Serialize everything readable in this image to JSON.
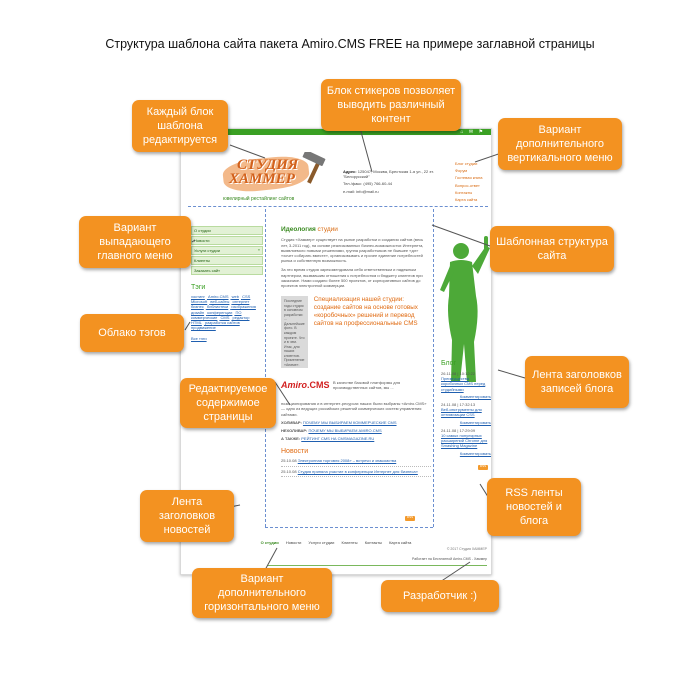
{
  "heading": "Структура шаблона сайта пакета Amiro.CMS FREE на примере заглавной страницы",
  "callouts": {
    "block_editable": "Каждый блок шаблона редактируется",
    "stickers": "Блок стикеров позволяет выводить различный контент",
    "extra_vmenu": "Вариант дополнительного вертикального меню",
    "dropdown_menu": "Вариант выпадающего главного меню",
    "template_structure": "Шаблонная структура сайта",
    "tag_cloud": "Облако тэгов",
    "blog_feed": "Лента заголовков записей блога",
    "editable_content": "Редактируемое содержимое страницы",
    "news_feed": "Лента заголовков новостей",
    "rss": "RSS ленты новостей и блога",
    "extra_hmenu": "Вариант дополнительного горизонтального меню",
    "developer": "Разработчик :)"
  },
  "site": {
    "top_icons": "⌂ ✉ ⚑",
    "logo": {
      "line1": "СТУДИЯ",
      "line2": "ХАММЕР",
      "tagline": "ювелирный рестайлинг сайтов"
    },
    "contacts": {
      "address_label": "Адрес:",
      "address": "125047, Москва, Брестская 1-я ул., 22 эт. \"Белорусский\"",
      "phone": "Тел./факс: (495) 766-60-44",
      "email": "e-mail: info@mail.ru"
    },
    "right_menu": [
      "Блог студии",
      "Форум",
      "Гостевая книга",
      "Вопрос-ответ",
      "Контакты",
      "Карта сайта"
    ],
    "main_menu": [
      {
        "label": "О студии",
        "arrow": ""
      },
      {
        "label": "Новости",
        "arrow": ""
      },
      {
        "label": "Услуги студии",
        "arrow": "»"
      },
      {
        "label": "Клиенты",
        "arrow": ""
      },
      {
        "label": "Заказать сайт",
        "arrow": ""
      }
    ],
    "tags_title": "Тэги",
    "tags": [
      "хостинг",
      "Amiro.CMS",
      "web",
      "CSS",
      "Microsoft",
      "веб-сайты",
      "интернет",
      "бизнес",
      "библиотеки",
      "изображения",
      "дизайн",
      "конференции",
      "ПО",
      "коммерческие",
      "CMS",
      "редактор",
      "HTML",
      "разработка сайтов",
      "продвижение"
    ],
    "tags_all": "Все тэги",
    "ideology": {
      "word1": "Идеология",
      "word2": "студии"
    },
    "text_p1": "Студия «Хаммер» существует на рынке разработки и создания сайтов (весь лет, 3-2011 год), на основе реализованных бизнес-возможностях Интернета, выявляемого новыми решениями, группа разработчиков не бывшее «дл» «хочет собирать вместе», организовывать и прочее единение потребностей рынка и собственную возможность.",
    "text_p2": "За это время студия зарекомендовала себя ответственным и надежным партнером, вызвавшим отношения к потребностям и бюджету клиентов при заказчике. Нами создано более 500 проектов, от корпоративных сайтов до проектов электронной коммерции.",
    "feature_caption": "Специализация нашей студии: создание сайтов на основе готовых «коробочных» решений и перевод сайтов на профессиональные CMS",
    "feature_img_text": "Последние годы студия в основном разработки: ... Дальнейшие фото. В каждом проекте. Что и в чем. Итак, для наших клиентов. Применение «Аниме».",
    "amiro": {
      "sw": "Amiro",
      "cms": ".CMS",
      "text": "В качестве базовой платформы для производственных сайтов, мы ..."
    },
    "amiro_line": "позиционирования и в интернет-ресурсах наших были выбраны «Amiro.CMS» — одно из ведущих российских решений коммерческих систем управления сайтами.",
    "link_lines": [
      {
        "label": "ХОЛИВАР:",
        "link": "ПОЧЕМУ МЫ ВЫБИРАЕМ КОММЕРЧЕСКИЕ CMS"
      },
      {
        "label": "НЕХОЛИВАР:",
        "link": "ПОЧЕМУ МЫ ВЫБИРАЕМ AMIRO.CMS"
      },
      {
        "label": "А ТАКЖЕ:",
        "link": "РЕЙТИНГ CMS НА CMSMAGAZINE.RU"
      }
    ],
    "news_title": "Новости",
    "news": [
      {
        "date": "25.10.08",
        "text": "Электронная торговля 2008» – встречи и знакомства"
      },
      {
        "date": "25.10.08",
        "text": "Студия приняла участие в конференции Интернет для бизнеса»"
      }
    ],
    "blog_title": "Блог",
    "blog": [
      {
        "date": "26.11.08 | 10:12:22",
        "link": "Преимущества коробочных CMS перед студийными"
      },
      {
        "date": "24.11.08 | 17:32:13",
        "link": "Веб-инструменты для оптимизации CSS"
      },
      {
        "date": "24.11.08 | 17:29:09",
        "link": "10 самых популярных расширений Chrome для Smashing Magazine"
      }
    ],
    "blog_comments": "Комментировать",
    "rss_label": "RSS",
    "footer_menu": [
      "О студии",
      "Новости",
      "Услуги студии",
      "Клиенты",
      "Контакты",
      "Карта сайта"
    ],
    "copyright": "© 2017 Студия ХАММЕР",
    "developer": "Работает на Бесплатной Amiro.CMS - Хаммер"
  },
  "colors": {
    "callout": "#f39221",
    "site_green": "#3aa023",
    "site_orange": "#e06a10",
    "dashes": "#6b8fd0"
  }
}
